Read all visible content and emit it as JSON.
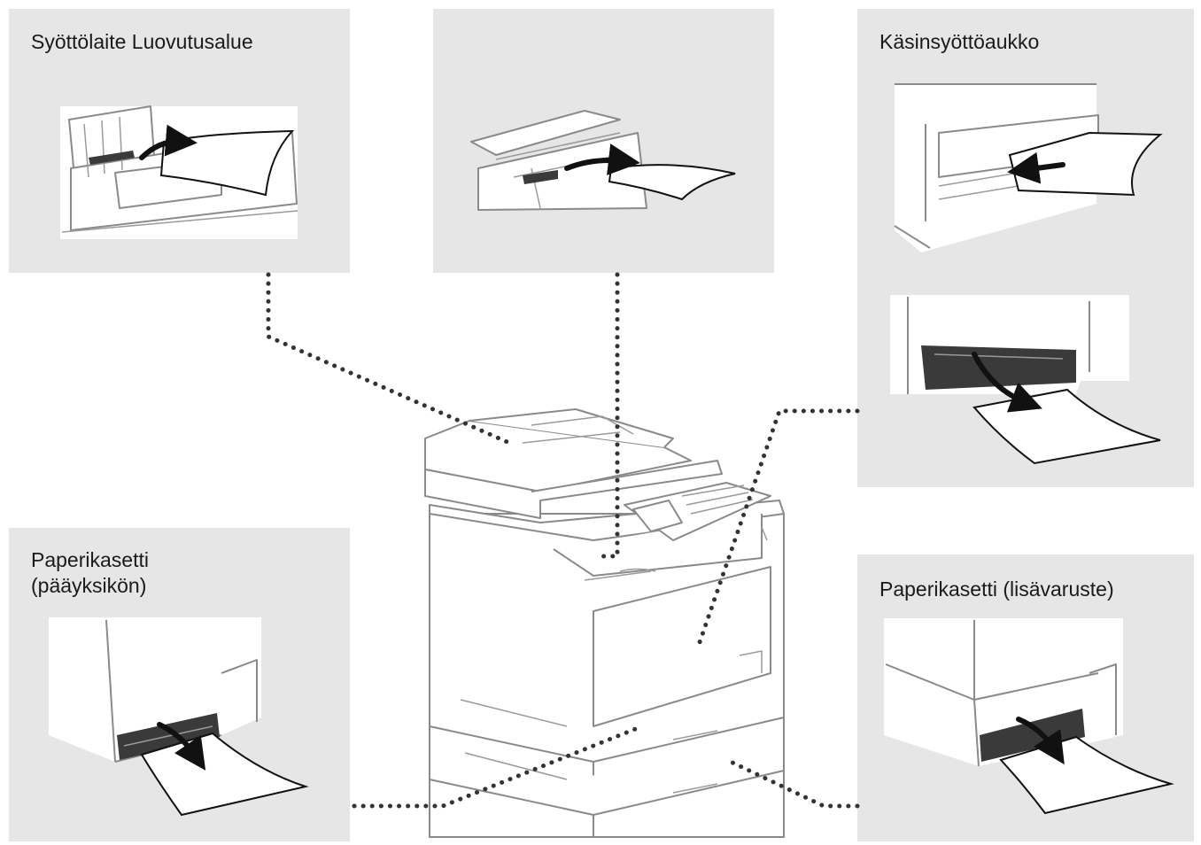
{
  "panels": {
    "feeder_output": {
      "label": "Syöttölaite Luovutusalue"
    },
    "manual_feed": {
      "label": "Käsinsyöttöaukko"
    },
    "main_cassette": {
      "label_line1": "Paperikasetti",
      "label_line2": "(pääyksikön)"
    },
    "optional_cassette": {
      "label": "Paperikasetti (lisävaruste)"
    }
  },
  "colors": {
    "panel_bg": "#e6e6e6",
    "dot_line": "#333333",
    "outline": "#8a8a8a"
  },
  "icons": [
    "paper-jam-arrow-icon",
    "printer-illustration"
  ]
}
